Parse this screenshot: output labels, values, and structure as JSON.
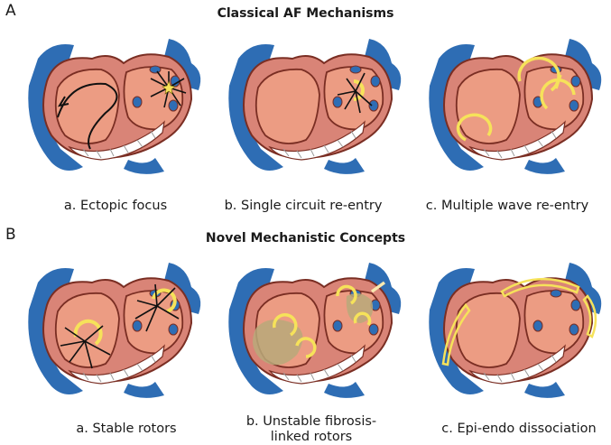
{
  "section_a": {
    "letter": "A",
    "title": "Classical AF Mechanisms",
    "captions": [
      "a. Ectopic focus",
      "b. Single circuit re-entry",
      "c. Multiple wave re-entry"
    ]
  },
  "section_b": {
    "letter": "B",
    "title": "Novel Mechanistic Concepts",
    "captions": [
      "a. Stable rotors",
      "b. Unstable fibrosis-linked rotors",
      "c. Epi-endo dissociation"
    ]
  },
  "colors": {
    "vessel_blue": "#2e6db4",
    "wall_salmon": "#d98477",
    "chamber_pink": "#ec9c83",
    "outline_brown": "#7a2e23",
    "arrow_yellow": "#f6e25a",
    "arrow_black": "#111111",
    "fibrosis": "#b9a97a"
  }
}
